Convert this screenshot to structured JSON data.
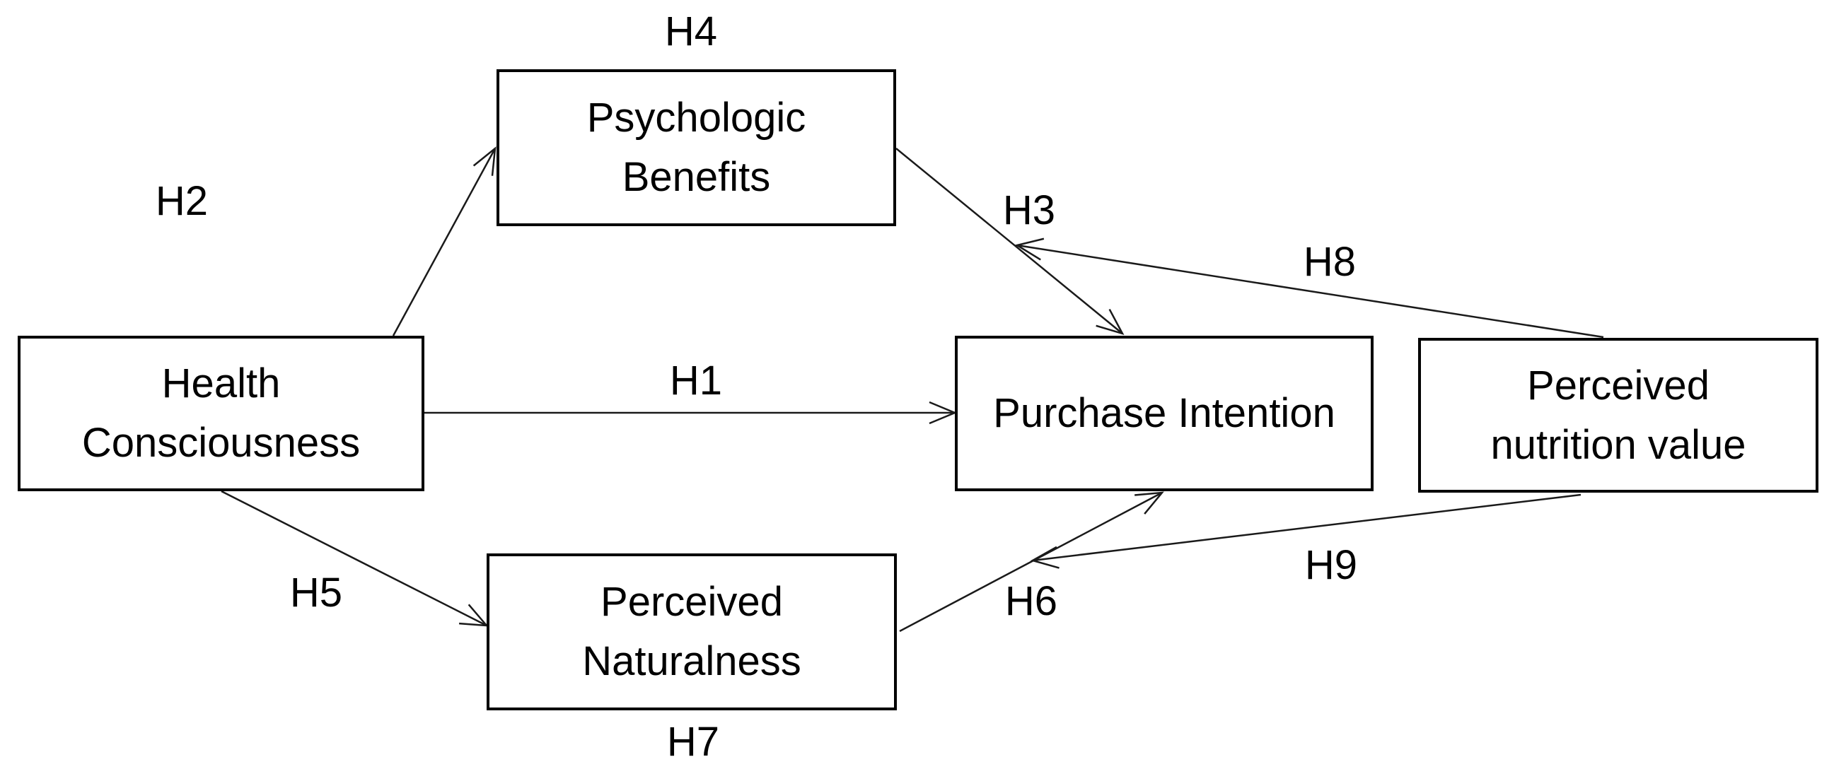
{
  "diagram": {
    "type": "hypothesis-path-model",
    "colors": {
      "background": "#ffffff",
      "box_fill": "#ffffff",
      "box_border": "#000000",
      "line": "#1a1a1a",
      "text": "#000000"
    },
    "nodes": [
      {
        "id": "health-consciousness",
        "lines": [
          "Health",
          "Consciousness"
        ]
      },
      {
        "id": "psychologic-benefits",
        "lines": [
          "Psychologic",
          "Benefits"
        ]
      },
      {
        "id": "perceived-naturalness",
        "lines": [
          "Perceived",
          "Naturalness"
        ]
      },
      {
        "id": "purchase-intention",
        "lines": [
          "Purchase Intention"
        ]
      },
      {
        "id": "perceived-nutrition-value",
        "lines": [
          "Perceived",
          "nutrition value"
        ]
      }
    ],
    "hypotheses": [
      {
        "label": "H1",
        "from": "health-consciousness",
        "to": "purchase-intention"
      },
      {
        "label": "H2",
        "from": "health-consciousness",
        "to": "psychologic-benefits"
      },
      {
        "label": "H3",
        "from": "psychologic-benefits",
        "to": "purchase-intention"
      },
      {
        "label": "H4",
        "attached_to": "psychologic-benefits"
      },
      {
        "label": "H5",
        "from": "health-consciousness",
        "to": "perceived-naturalness"
      },
      {
        "label": "H6",
        "from": "perceived-naturalness",
        "to": "purchase-intention"
      },
      {
        "label": "H7",
        "attached_to": "perceived-naturalness"
      },
      {
        "label": "H8",
        "from": "perceived-nutrition-value",
        "to": "path-h3"
      },
      {
        "label": "H9",
        "from": "perceived-nutrition-value",
        "to": "path-h6"
      }
    ]
  }
}
